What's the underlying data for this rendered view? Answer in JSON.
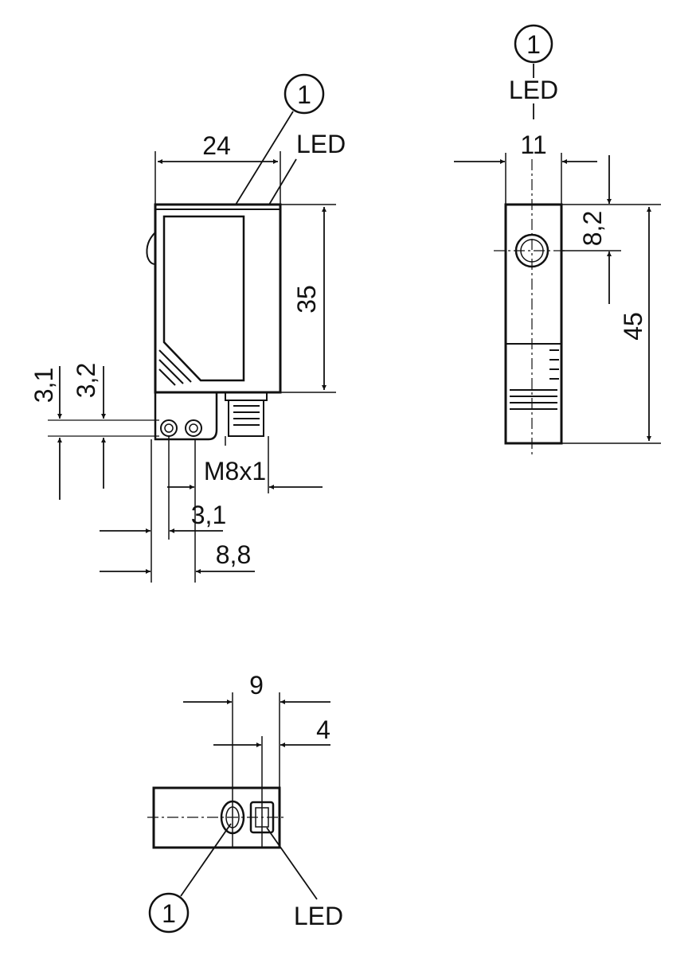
{
  "labels": {
    "callout": "1",
    "led": "LED",
    "thread": "M8x1"
  },
  "dimensions": {
    "width_24": "24",
    "height_35": "35",
    "d_3_1_left": "3,1",
    "d_3_2": "3,2",
    "d_3_1_bottom": "3,1",
    "d_8_8": "8,8",
    "width_11": "11",
    "d_8_2": "8,2",
    "height_45": "45",
    "d_9": "9",
    "d_4": "4"
  }
}
